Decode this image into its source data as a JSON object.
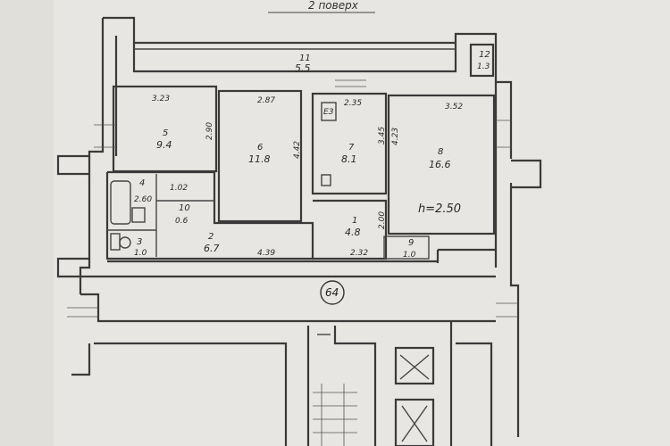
{
  "title": "2 поверх",
  "height_label": "h=2.50",
  "building_number": "64",
  "rooms": [
    {
      "id": "1",
      "area": "4.8"
    },
    {
      "id": "2",
      "area": "6.7"
    },
    {
      "id": "3",
      "area": "1.0"
    },
    {
      "id": "4",
      "area": "2.60"
    },
    {
      "id": "5",
      "area": "9.4"
    },
    {
      "id": "6",
      "area": "11.8"
    },
    {
      "id": "7",
      "area": "8.1"
    },
    {
      "id": "8",
      "area": "16.6"
    },
    {
      "id": "9",
      "area": "1.0"
    },
    {
      "id": "10",
      "area": "0.6"
    },
    {
      "id": "11",
      "area": "5.5"
    },
    {
      "id": "12",
      "area": "1.3"
    }
  ],
  "dimensions": [
    "3.23",
    "2.87",
    "2.35",
    "3.52",
    "2.90",
    "4.42",
    "3.45",
    "4.23",
    "1.02",
    "2.00",
    "4.39",
    "2.32"
  ],
  "markers": {
    "appliance": "ЕЗ"
  }
}
